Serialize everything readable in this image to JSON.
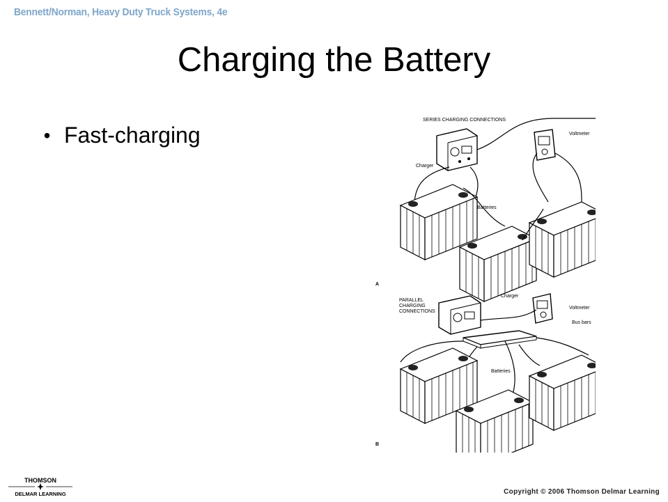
{
  "header": {
    "book_title": "Bennett/Norman, Heavy Duty Truck Systems, 4e"
  },
  "slide": {
    "title": "Charging the Battery",
    "bullets": [
      "Fast-charging"
    ]
  },
  "figure": {
    "a": {
      "caption": "SERIES CHARGING CONNECTIONS",
      "labels": {
        "charger": "Charger",
        "voltmeter": "Voltmeter",
        "batteries": "Batteries"
      },
      "panel_letter": "A"
    },
    "b": {
      "caption_lines": [
        "PARALLEL",
        "CHARGING",
        "CONNECTIONS"
      ],
      "labels": {
        "charger": "Charger",
        "voltmeter": "Voltmeter",
        "bus_bars": "Bus bars",
        "batteries": "Batteries"
      },
      "panel_letter": "B"
    }
  },
  "footer": {
    "logo_top": "THOMSON",
    "logo_bottom": "DELMAR LEARNING",
    "copyright": "Copyright © 2006 Thomson Delmar Learning"
  }
}
